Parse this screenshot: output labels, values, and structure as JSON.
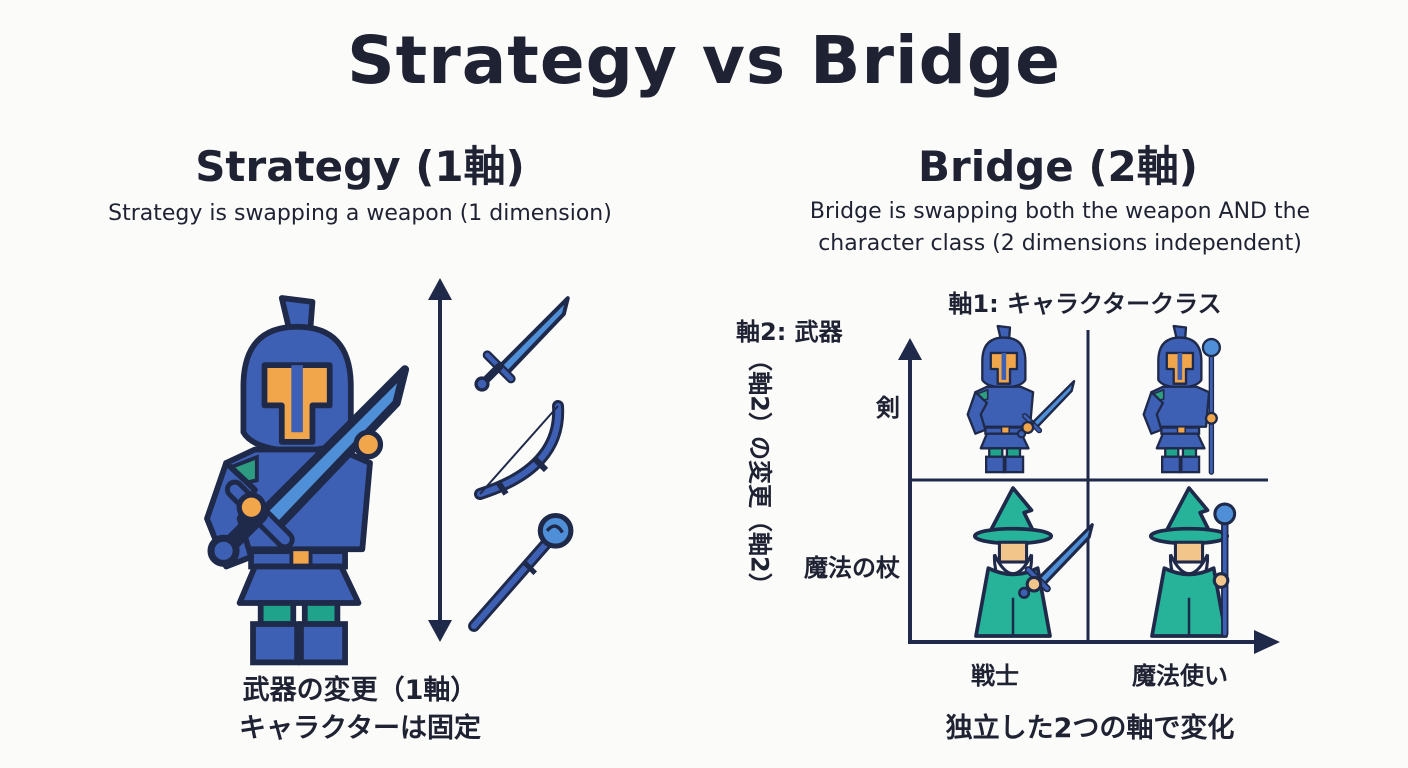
{
  "title": "Strategy vs Bridge",
  "strategy": {
    "heading": "Strategy (1軸)",
    "description": "Strategy is swapping a weapon (1 dimension)",
    "caption_line1": "武器の変更（1軸）",
    "caption_line2": "キャラクターは固定",
    "weapons": [
      "sword-icon",
      "bow-icon",
      "staff-icon"
    ]
  },
  "bridge": {
    "heading": "Bridge (2軸)",
    "description_line1": "Bridge is swapping both the weapon AND the",
    "description_line2": "character class (2 dimensions independent)",
    "axis1_label": "軸1: キャラクタークラス",
    "axis2_label": "軸2: 武器",
    "vertical_label": "（軸2）の変更（軸2）",
    "row_labels": [
      "剣",
      "魔法の杖"
    ],
    "col_labels": [
      "戦士",
      "魔法使い"
    ],
    "caption": "独立した2つの軸で変化"
  },
  "colors": {
    "armor": "#3d5fb4",
    "outline": "#1f2a4a",
    "skin": "#f2a64b",
    "teal": "#1fa38a",
    "wizard": "#27b29a",
    "blade": "#4f8fd8",
    "trim": "#2d9c80"
  }
}
